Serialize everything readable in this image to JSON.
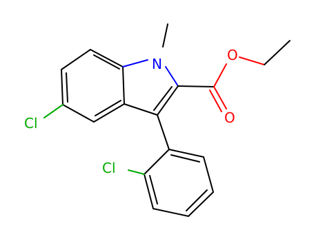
{
  "molecule": {
    "colors": {
      "bond": "#000000",
      "N": "#0000ff",
      "O": "#ff0000",
      "Cl": "#00aa00"
    },
    "atom_labels": {
      "n1": "N",
      "o_ester": "O",
      "o_carbonyl": "O",
      "cl_ring": "Cl",
      "cl_phenyl": "Cl"
    }
  }
}
